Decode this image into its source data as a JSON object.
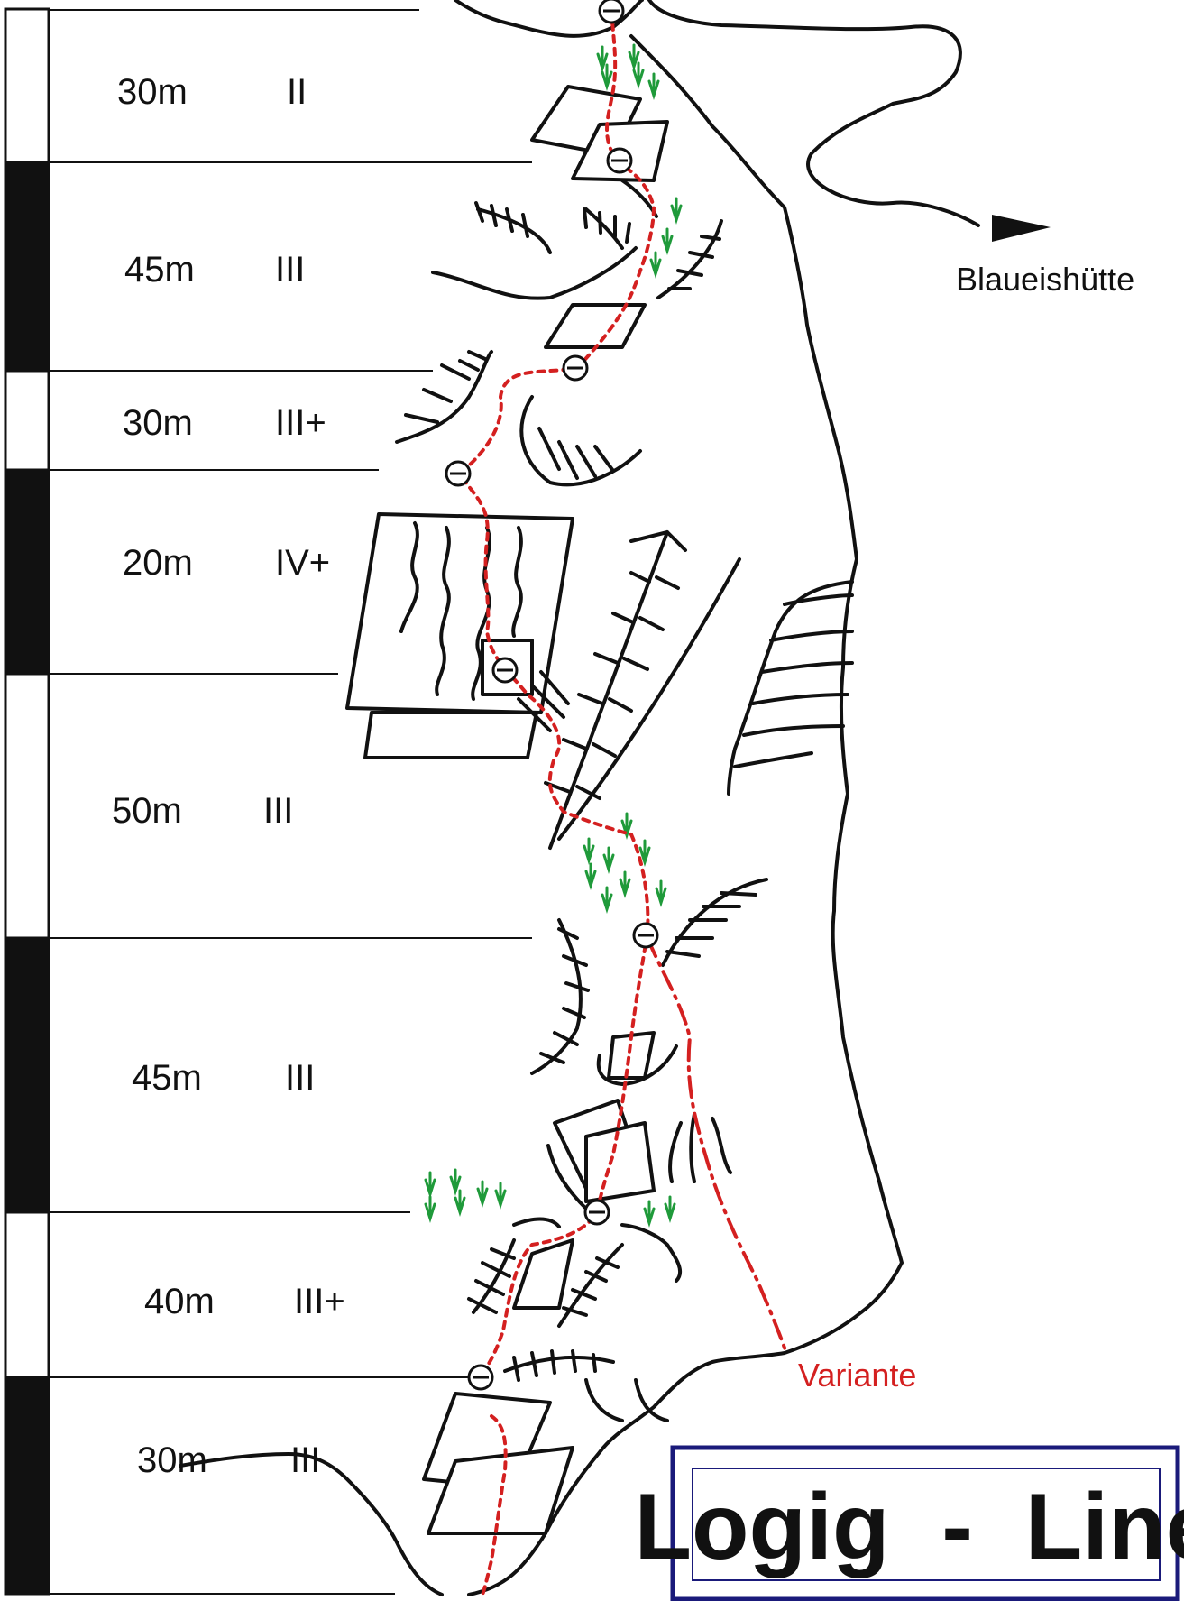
{
  "pitches": [
    {
      "length": "30m",
      "grade": "II"
    },
    {
      "length": "45m",
      "grade": "III"
    },
    {
      "length": "30m",
      "grade": "III+"
    },
    {
      "length": "20m",
      "grade": "IV+"
    },
    {
      "length": "50m",
      "grade": "III"
    },
    {
      "length": "45m",
      "grade": "III"
    },
    {
      "length": "40m",
      "grade": "III+"
    },
    {
      "length": "30m",
      "grade": "III"
    }
  ],
  "labels": {
    "hut": "Blaueishütte",
    "variant": "Variante"
  },
  "title": "Logig  -  Line",
  "colors": {
    "route": "#d42020",
    "rock": "#111111",
    "grass": "#1f9a3a",
    "title_border": "#1a1a7a"
  }
}
